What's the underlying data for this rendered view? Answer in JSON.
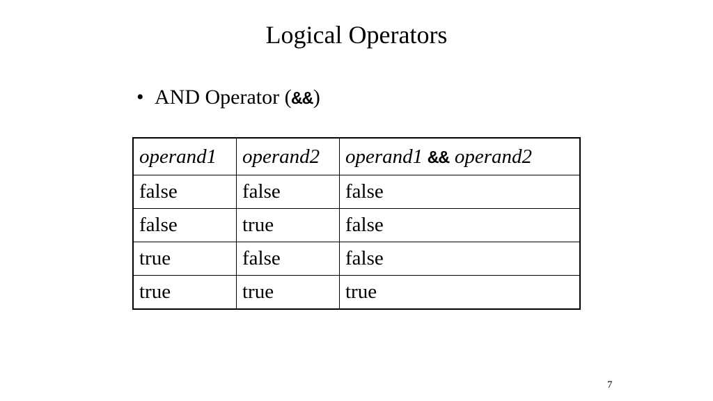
{
  "slide": {
    "title": "Logical Operators",
    "bullet": {
      "marker": "•",
      "text_before": "AND Operator (",
      "operator": "&&",
      "text_after": ")"
    },
    "table": {
      "headers": {
        "col1": "operand1",
        "col2": "operand2",
        "col3_left": "operand1",
        "col3_operator": "&&",
        "col3_right": "operand2"
      },
      "rows": [
        [
          "false",
          "false",
          "false"
        ],
        [
          "false",
          "true",
          "false"
        ],
        [
          "true",
          "false",
          "false"
        ],
        [
          "true",
          "true",
          "true"
        ]
      ]
    },
    "page_number": "7"
  }
}
